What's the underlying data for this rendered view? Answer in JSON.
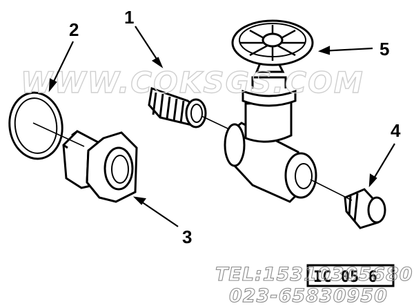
{
  "labels": {
    "l1": "1",
    "l2": "2",
    "l3": "3",
    "l4": "4",
    "l5": "5"
  },
  "watermark": "WWW.COKSGS.COM",
  "reference_code": "IC 05 6",
  "contact": {
    "tel": "TEL:15310305680",
    "phone": "023-65830950"
  },
  "colors": {
    "ink": "#000000",
    "watermark": "#cfcfcf",
    "background": "#ffffff"
  }
}
